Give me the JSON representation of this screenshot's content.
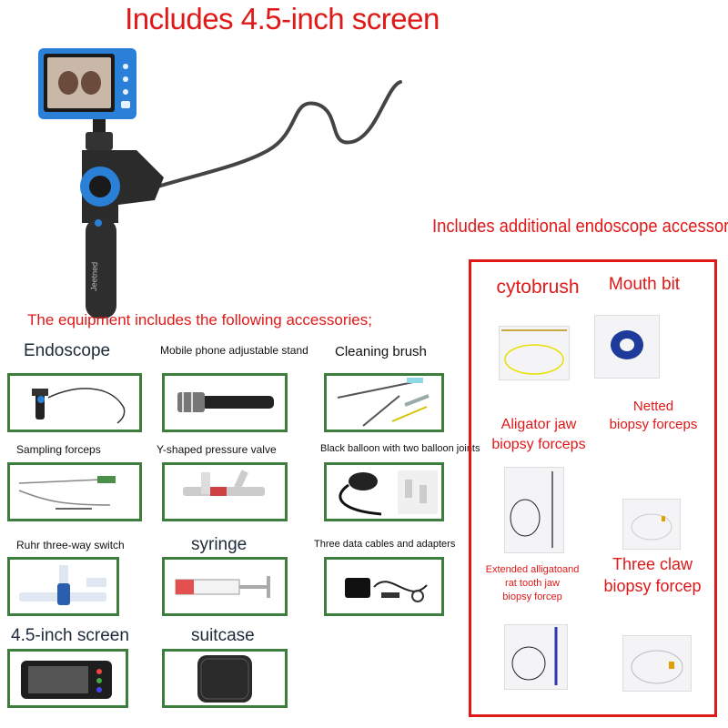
{
  "headline": "Includes 4.5-inch screen",
  "device": {
    "brand_mark": "Jeetned"
  },
  "equipment_heading": "The equipment includes the following accessories;",
  "accessories": [
    {
      "label": "Endoscope"
    },
    {
      "label": "Mobile phone adjustable stand"
    },
    {
      "label": "Cleaning brush"
    },
    {
      "label": "Sampling forceps"
    },
    {
      "label": "Y-shaped pressure valve"
    },
    {
      "label": "Black balloon with two balloon joints"
    },
    {
      "label": "Ruhr three-way switch"
    },
    {
      "label": "syringe"
    },
    {
      "label": "Three data cables and adapters"
    },
    {
      "label": "4.5-inch screen"
    },
    {
      "label": "suitcase"
    }
  ],
  "additional_heading": "Includes additional endoscope accessories",
  "additional": {
    "cytobrush": "cytobrush",
    "mouth_bit": "Mouth bit",
    "netted_line1": "Netted",
    "netted_line2": "biopsy forceps",
    "alligator_line1": "Aligator jaw",
    "alligator_line2": "biopsy forceps",
    "extended_line1": "Extended alligatoand",
    "extended_line2": "rat tooth jaw",
    "extended_line3": "biopsy forcep",
    "three_claw_line1": "Three claw",
    "three_claw_line2": "biopsy forcep"
  },
  "colors": {
    "accent_red": "#e01818",
    "box_green": "#3d7d3d",
    "device_blue": "#2a7fd6"
  }
}
